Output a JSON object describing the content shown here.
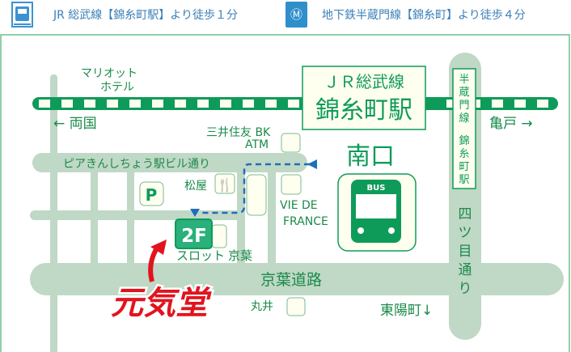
{
  "header": {
    "jr_access": "JR 総武線【錦糸町駅】より徒歩１分",
    "metro_access": "地下鉄半蔵門線【錦糸町】より徒歩４分",
    "jr_icon": "train-icon",
    "metro_icon": "tokyo-metro-icon"
  },
  "map": {
    "hotel": [
      "マリオット",
      "ホテル"
    ],
    "ryogoku": "← 両国",
    "kameido": "亀戸 →",
    "station_line": "ＪＲ総武線",
    "station_name": "錦糸町駅",
    "south_exit": "南口",
    "hanzomon": [
      "半",
      "蔵",
      "門",
      "線",
      "錦",
      "糸",
      "町",
      "駅"
    ],
    "bank": [
      "三井住友 BK",
      "ATM"
    ],
    "pia_street": "ピアきんしちょう駅ビル通り",
    "matsuya": "松屋",
    "parking": "P",
    "vie": [
      "VIE DE",
      "FRANCE"
    ],
    "floor_badge": "2F",
    "slot": "スロット",
    "keiyo_label": "京葉",
    "keiyo_road": "京葉道路",
    "yotsume": [
      "四",
      "ツ",
      "目",
      "通",
      "り"
    ],
    "marui": "丸井",
    "toyocho": "東陽町↓",
    "bus": "BUS",
    "destination": "元気堂"
  },
  "colors": {
    "green": "#0e9b5a",
    "road": "#c0d8c6",
    "blue": "#1e6fb8",
    "red": "#e1141e"
  }
}
